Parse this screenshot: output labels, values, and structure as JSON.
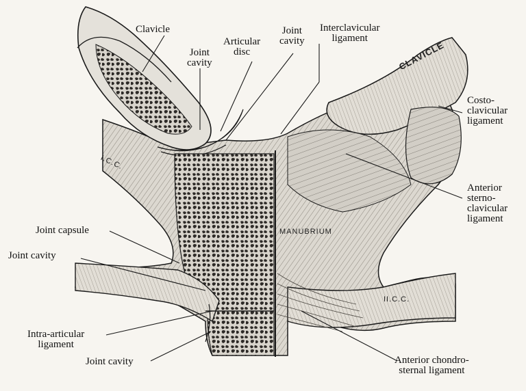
{
  "labels": {
    "clavicle_left": "Clavicle",
    "articular_disc": "Articular\ndisc",
    "joint_cavity_top_left": "Joint\ncavity",
    "joint_cavity_top_mid": "Joint\ncavity",
    "interclavicular_ligament": "Interclavicular\nligament",
    "costoclavicular_ligament": "Costo-\nclavicular\nligament",
    "anterior_sternoclavicular_ligament": "Anterior\nsterno-\nclavicular\nligament",
    "joint_capsule": "Joint capsule",
    "joint_cavity_left": "Joint cavity",
    "intra_articular_ligament": "Intra-articular\nligament",
    "joint_cavity_bottom": "Joint cavity",
    "anterior_chondrosternal_ligament": "Anterior chondro-\nsternal ligament"
  },
  "inner_labels": {
    "clavicle_right": "CLAVICLE",
    "manubrium": "MANUBRIUM",
    "icc_left": "I.C.C.",
    "iicc_right": "II.C.C."
  },
  "colors": {
    "background": "#f7f5f0",
    "bone": "#e4e1da",
    "spongy_bone": "#3b3835",
    "ligament": "#c9c5bd",
    "line": "#1a1a1a"
  }
}
